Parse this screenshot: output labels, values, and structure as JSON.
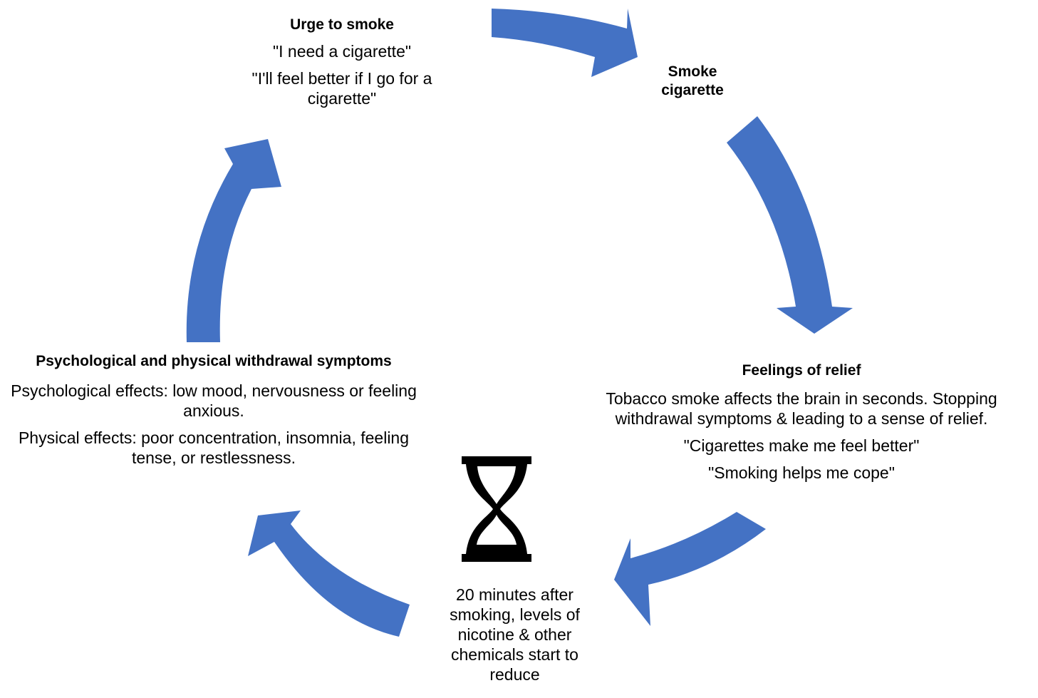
{
  "colors": {
    "arrow": "#4472C4",
    "text": "#000000",
    "hourglass": "#000000"
  },
  "icons": [
    "hourglass-icon",
    "cycle-arrow-icon"
  ],
  "urge": {
    "title": "Urge to smoke",
    "line1": "\"I need a cigarette\"",
    "line2": "\"I'll feel better if I go for a cigarette\""
  },
  "smoke": {
    "title": "Smoke cigarette"
  },
  "relief": {
    "title": "Feelings of relief",
    "line1": "Tobacco smoke affects the brain in seconds. Stopping withdrawal symptoms & leading to a sense of relief.",
    "line2": "\"Cigarettes make me feel better\"",
    "line3": "\"Smoking helps me cope\""
  },
  "twenty": {
    "text": "20 minutes after smoking, levels of nicotine & other chemicals start to reduce"
  },
  "withdrawal": {
    "title": "Psychological and physical withdrawal symptoms",
    "line1": "Psychological effects: low mood, nervousness or feeling anxious.",
    "line2": "Physical effects: poor concentration, insomnia, feeling tense, or restlessness."
  }
}
